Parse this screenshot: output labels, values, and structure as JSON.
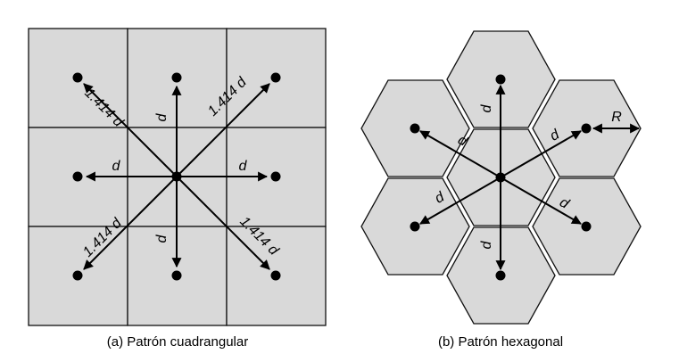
{
  "square_panel": {
    "caption": "(a) Patrón cuadrangular",
    "diagonal_label": "1.414 d",
    "side_label": "d"
  },
  "hex_panel": {
    "caption": "(b) Patrón hexagonal",
    "distance_label": "d",
    "radius_label": "R"
  },
  "colors": {
    "cell_fill": "#d9d9d9",
    "stroke": "#111111",
    "ink": "#000000"
  }
}
